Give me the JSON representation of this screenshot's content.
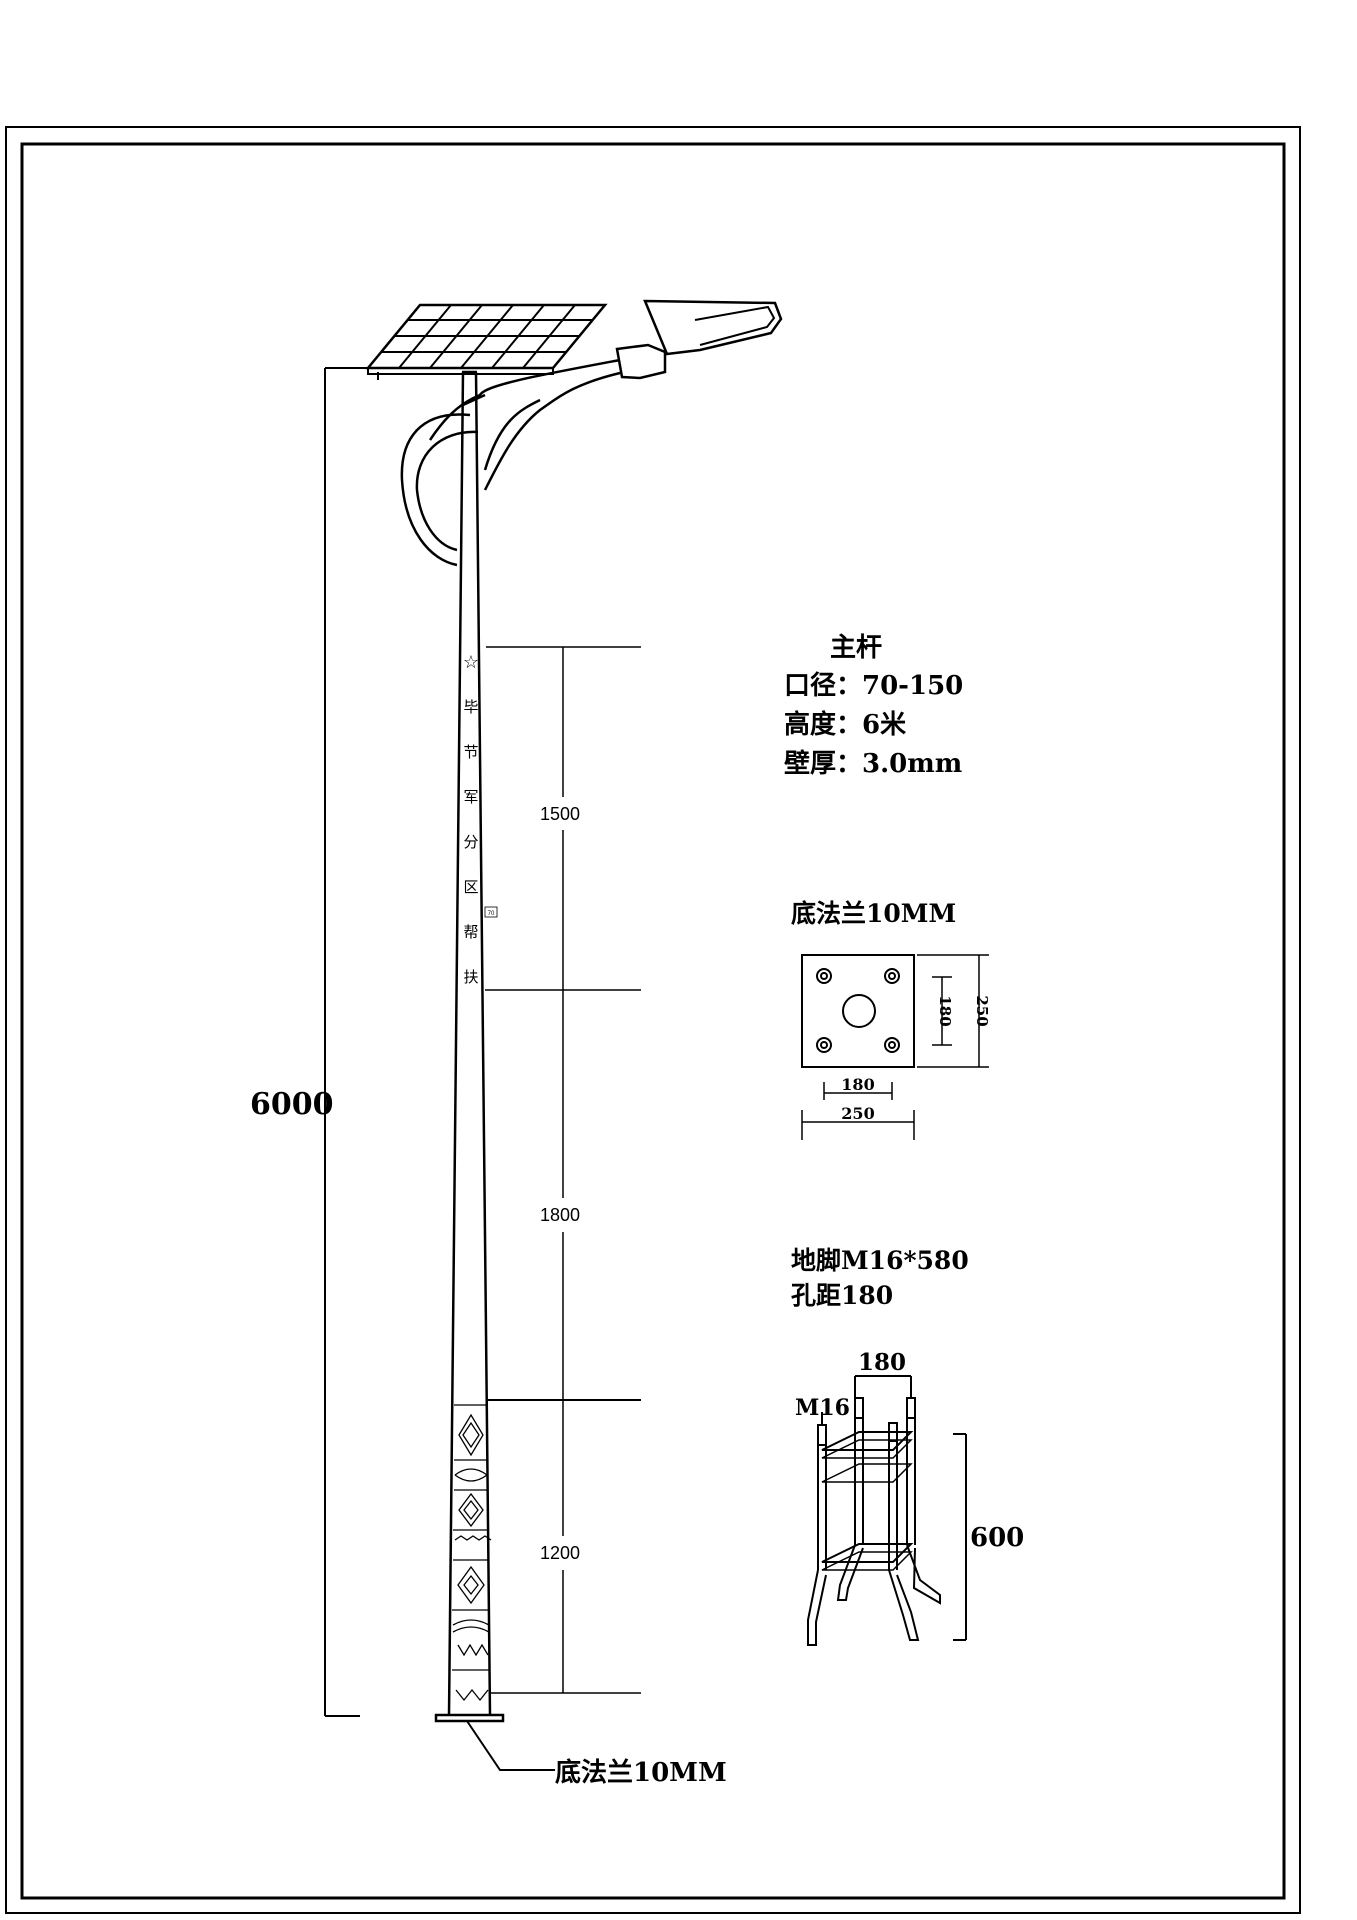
{
  "dimensions": {
    "overall_height": "6000",
    "segment_upper": "1500",
    "segment_middle": "1800",
    "segment_lower": "1200",
    "tiny_mark": "70"
  },
  "pole_text": [
    "毕",
    "节",
    "军",
    "分",
    "区",
    "帮",
    "扶"
  ],
  "main_pole": {
    "title": "主杆",
    "diameter": "口径：70-150",
    "height": "高度：6米",
    "wall": "壁厚：3.0mm"
  },
  "flange_detail": {
    "title": "底法兰10MM",
    "dim_inner_v": "180",
    "dim_outer_v": "250",
    "dim_inner_h": "180",
    "dim_outer_h": "250"
  },
  "anchor_detail": {
    "title": "地脚M16*580",
    "spacing": "孔距180",
    "dim_top": "180",
    "bolt_label": "M16",
    "dim_height": "600"
  },
  "base_label": "底法兰10MM"
}
